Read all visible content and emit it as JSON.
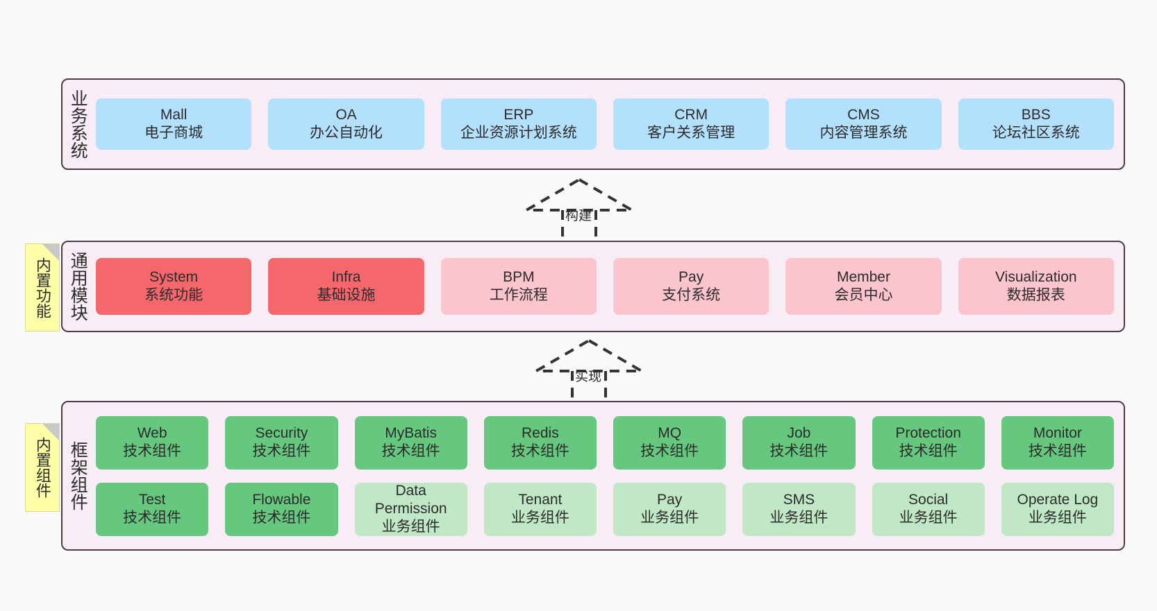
{
  "diagram": {
    "title_business": "业务系统",
    "title_modules": "通用模块",
    "title_frame": "框架组件"
  },
  "notes": {
    "builtin_functions": "内置功能",
    "builtin_components": "内置组件"
  },
  "arrows": [
    {
      "label": "构建",
      "from": "通用模块",
      "to": "业务系统",
      "style": "dashed-hollow-triangle"
    },
    {
      "label": "实现",
      "from": "框架组件",
      "to": "通用模块",
      "style": "dashed-hollow-triangle"
    }
  ],
  "business_systems": {
    "layer_label": "业务系统",
    "color": "#b3e0fd",
    "items": [
      {
        "name": "Mall",
        "desc": "电子商城"
      },
      {
        "name": "OA",
        "desc": "办公自动化"
      },
      {
        "name": "ERP",
        "desc": "企业资源计划系统"
      },
      {
        "name": "CRM",
        "desc": "客户关系管理"
      },
      {
        "name": "CMS",
        "desc": "内容管理系统"
      },
      {
        "name": "BBS",
        "desc": "论坛社区系统"
      }
    ]
  },
  "common_modules": {
    "layer_label": "通用模块",
    "color_primary": "#f4676d",
    "color_secondary": "#fcc4cd",
    "items": [
      {
        "name": "System",
        "desc": "系统功能",
        "variant": "primary"
      },
      {
        "name": "Infra",
        "desc": "基础设施",
        "variant": "primary"
      },
      {
        "name": "BPM",
        "desc": "工作流程",
        "variant": "secondary"
      },
      {
        "name": "Pay",
        "desc": "支付系统",
        "variant": "secondary"
      },
      {
        "name": "Member",
        "desc": "会员中心",
        "variant": "secondary"
      },
      {
        "name": "Visualization",
        "desc": "数据报表",
        "variant": "secondary"
      }
    ]
  },
  "framework_components": {
    "layer_label": "框架组件",
    "color_tech": "#66c87e",
    "color_business": "#c0e8c6",
    "row1": [
      {
        "name": "Web",
        "desc": "技术组件",
        "variant": "tech"
      },
      {
        "name": "Security",
        "desc": "技术组件",
        "variant": "tech"
      },
      {
        "name": "MyBatis",
        "desc": "技术组件",
        "variant": "tech"
      },
      {
        "name": "Redis",
        "desc": "技术组件",
        "variant": "tech"
      },
      {
        "name": "MQ",
        "desc": "技术组件",
        "variant": "tech"
      },
      {
        "name": "Job",
        "desc": "技术组件",
        "variant": "tech"
      },
      {
        "name": "Protection",
        "desc": "技术组件",
        "variant": "tech"
      },
      {
        "name": "Monitor",
        "desc": "技术组件",
        "variant": "tech"
      }
    ],
    "row2": [
      {
        "name": "Test",
        "desc": "技术组件",
        "variant": "tech"
      },
      {
        "name": "Flowable",
        "desc": "技术组件",
        "variant": "tech"
      },
      {
        "name": "Data Permission",
        "desc": "业务组件",
        "variant": "business"
      },
      {
        "name": "Tenant",
        "desc": "业务组件",
        "variant": "business"
      },
      {
        "name": "Pay",
        "desc": "业务组件",
        "variant": "business"
      },
      {
        "name": "SMS",
        "desc": "业务组件",
        "variant": "business"
      },
      {
        "name": "Social",
        "desc": "业务组件",
        "variant": "business"
      },
      {
        "name": "Operate Log",
        "desc": "业务组件",
        "variant": "business"
      }
    ]
  }
}
